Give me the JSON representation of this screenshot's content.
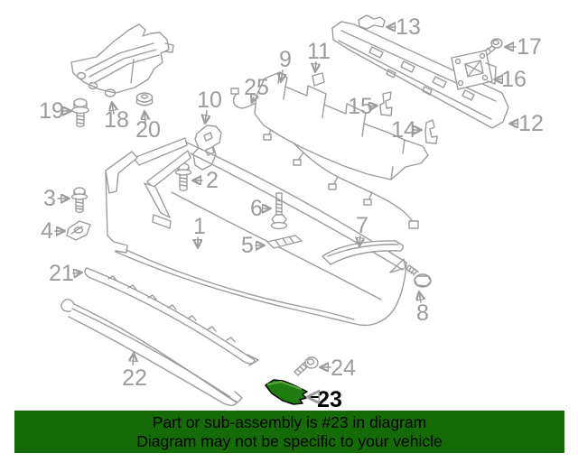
{
  "colors": {
    "line": "#9c9c9c",
    "label_gray": "#9c9c9c",
    "highlight_fill": "#1f7d10",
    "highlight_ridge": "#5aa53e",
    "highlight_stroke": "#000000",
    "banner_bg": "#156c07",
    "banner_text": "#000000"
  },
  "highlight": {
    "part_number": "23"
  },
  "banner": {
    "line1": "Part or sub-assembly is #23 in diagram",
    "line2": "Diagram may not be specific to your vehicle"
  },
  "callouts": {
    "c1": "1",
    "c2": "2",
    "c3": "3",
    "c4": "4",
    "c5": "5",
    "c6": "6",
    "c7": "7",
    "c8": "8",
    "c9": "9",
    "c10": "10",
    "c11": "11",
    "c12": "12",
    "c13": "13",
    "c14": "14",
    "c15": "15",
    "c16": "16",
    "c17": "17",
    "c18": "18",
    "c19": "19",
    "c20": "20",
    "c21": "21",
    "c22": "22",
    "c23": "23",
    "c24": "24",
    "c25": "25"
  }
}
